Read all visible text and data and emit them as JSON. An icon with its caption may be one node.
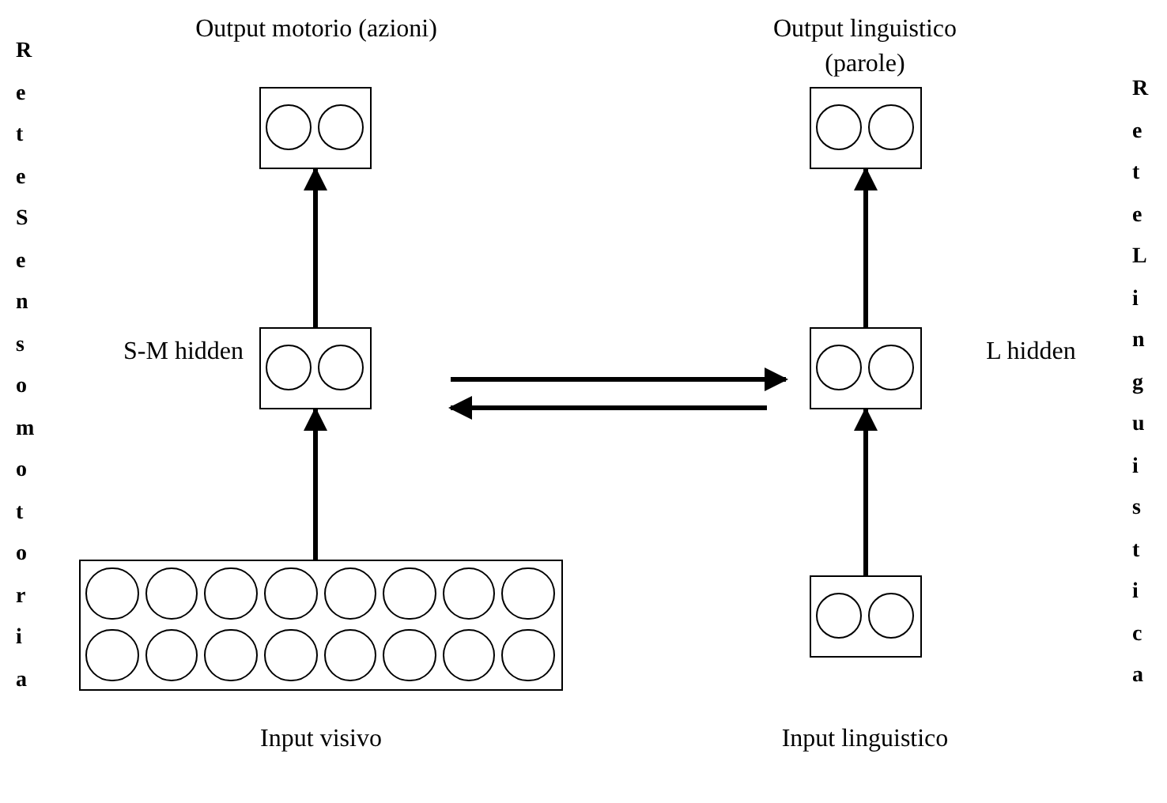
{
  "diagram": {
    "nodes": [
      {
        "text": [
          "Output motorio (azioni)"
        ]
      },
      {
        "text": [
          "Output linguistico (parole)"
        ]
      },
      {
        "text": [
          "S-M hidden"
        ]
      },
      {
        "text": [
          "L hidden"
        ]
      },
      {
        "text": [
          "Input visivo"
        ]
      },
      {
        "text": [
          "Input linguistico"
        ]
      }
    ],
    "edges": [
      {
        "from": 2,
        "to": 0,
        "arrow": "to"
      },
      {
        "from": 3,
        "to": 1,
        "arrow": "to"
      },
      {
        "from": 2,
        "to": 3,
        "arrow": "to"
      },
      {
        "from": 3,
        "to": 2,
        "arrow": "to"
      },
      {
        "from": 4,
        "to": 2,
        "arrow": "to"
      },
      {
        "from": 5,
        "to": 3,
        "arrow": "to"
      }
    ],
    "labels": [
      "Rete Sensomotoria",
      "Rete Linguistica"
    ]
  }
}
